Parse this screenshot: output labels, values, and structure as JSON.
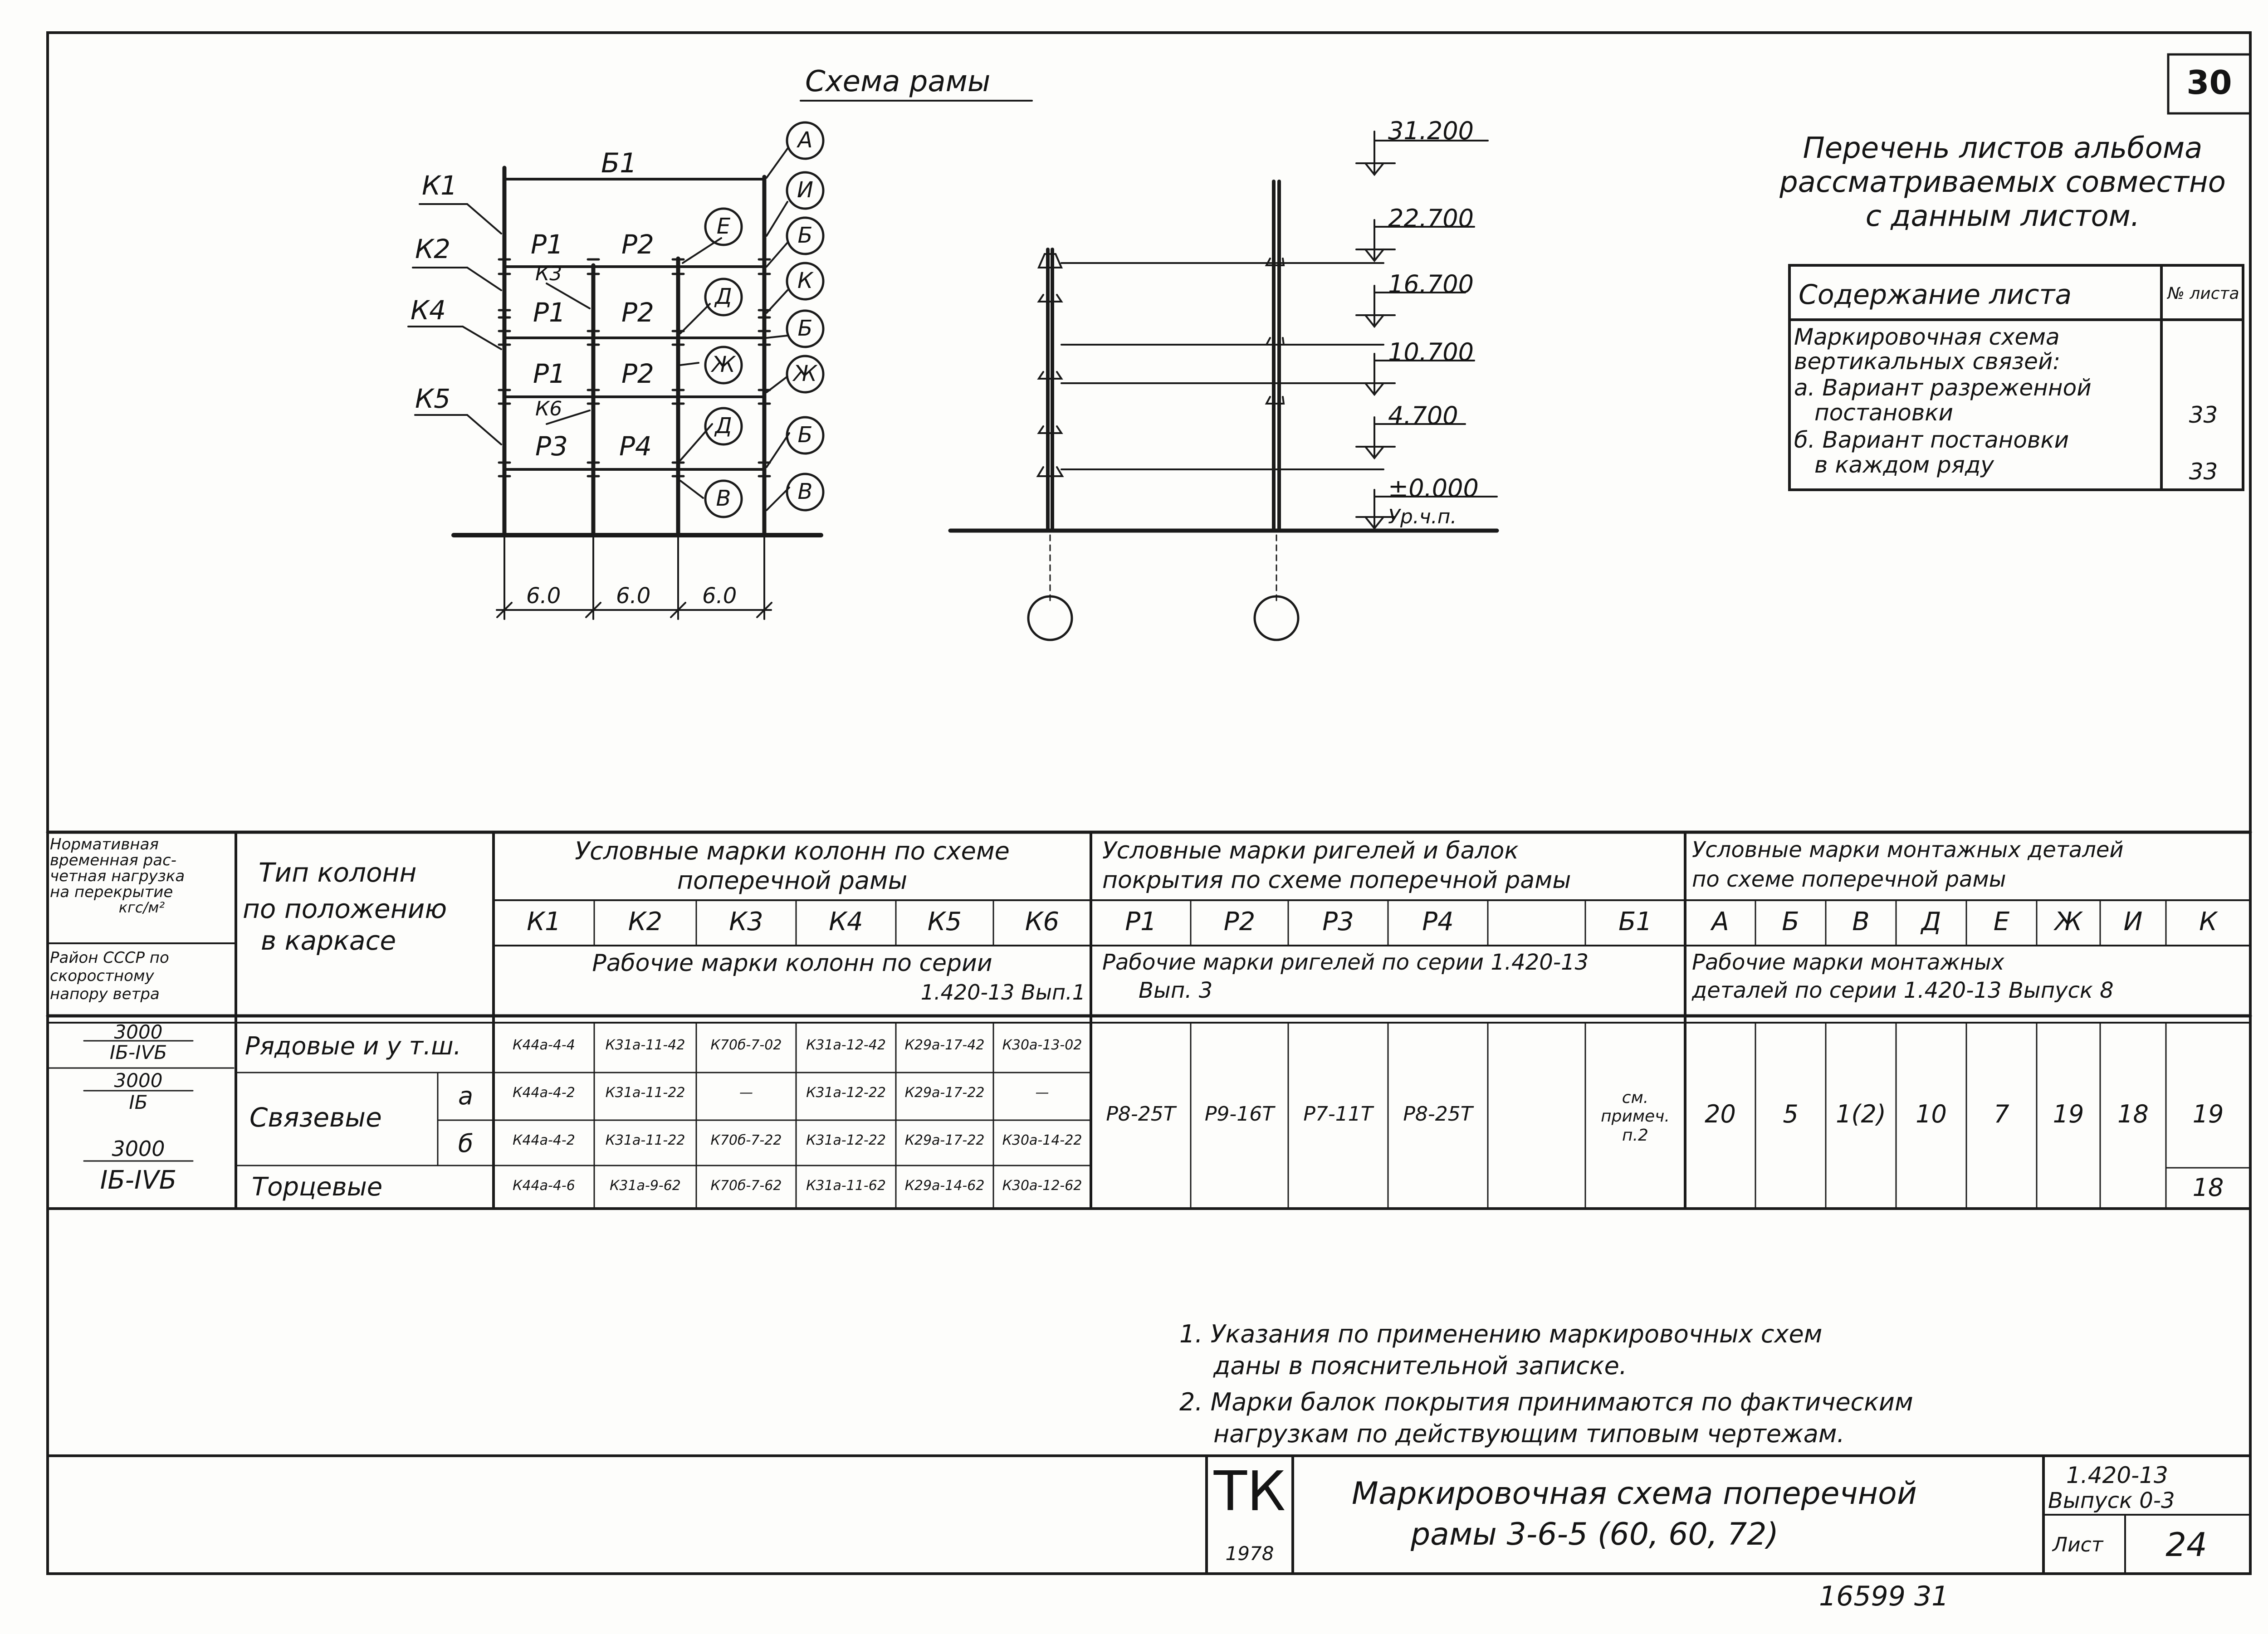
{
  "sheet_number": "30",
  "frame_diagram": {
    "title": "Схема рамы",
    "beam_label": "Б1",
    "column_labels": [
      "К1",
      "К2",
      "К3",
      "К4",
      "К5",
      "К6"
    ],
    "girder_labels": [
      "Р1",
      "Р2",
      "Р1",
      "Р2",
      "Р1",
      "Р2",
      "Р3",
      "Р4"
    ],
    "detail_markers": [
      "А",
      "И",
      "Е",
      "Б",
      "К",
      "Д",
      "Б",
      "Ж",
      "Ж",
      "Д",
      "Б",
      "В",
      "В"
    ],
    "span_dims": [
      "6.0",
      "6.0",
      "6.0"
    ]
  },
  "elevations": [
    "31.200",
    "22.700",
    "16.700",
    "10.700",
    "4.700",
    "±0.000"
  ],
  "ground_label": "Ур.ч.п.",
  "sheet_list": {
    "title_lines": [
      "Перечень листов альбома",
      "рассматриваемых совместно",
      "с данным листом."
    ],
    "header_content": "Содержание листа",
    "header_sheet": "№ листа",
    "lines": [
      "Маркировочная схема",
      "вертикальных связей:",
      "а. Вариант разреженной",
      "постановки",
      "б. Вариант постановки",
      "в каждом ряду"
    ],
    "sheets": [
      "33",
      "33"
    ]
  },
  "main_table": {
    "col1_header_lines": [
      "Нормативная",
      "временная рас-",
      "четная нагрузка",
      "на перекрытие",
      "кгс/м²",
      "Район СССР по",
      "скоростному",
      "напору ветра"
    ],
    "col2_header_lines": [
      "Тип колонн",
      "по положению",
      "в каркасе"
    ],
    "columns_group": {
      "title_lines": [
        "Условные марки колонн по схеме",
        "поперечной рамы"
      ],
      "labels": [
        "К1",
        "К2",
        "К3",
        "К4",
        "К5",
        "К6"
      ],
      "working_lines": [
        "Рабочие марки колонн по серии",
        "1.420-13 Вып.1"
      ]
    },
    "girders_group": {
      "title_lines": [
        "Условные марки ригелей и балок",
        "покрытия по схеме поперечной рамы"
      ],
      "labels": [
        "Р1",
        "Р2",
        "Р3",
        "Р4",
        "",
        "Б1"
      ],
      "working_lines": [
        "Рабочие марки ригелей по серии 1.420-13",
        "Вып. 3"
      ]
    },
    "details_group": {
      "title_lines": [
        "Условные марки монтажных деталей",
        "по схеме поперечной рамы"
      ],
      "labels": [
        "А",
        "Б",
        "В",
        "Д",
        "Е",
        "Ж",
        "И",
        "К"
      ],
      "working_lines": [
        "Рабочие марки монтажных",
        "деталей по серии 1.420-13 Выпуск 8"
      ]
    },
    "load_values": [
      {
        "top": "3000",
        "bottom": "IБ-IVБ"
      },
      {
        "top": "3000",
        "bottom": "IБ"
      },
      {
        "top": "3000",
        "bottom": "IБ-IVБ"
      }
    ],
    "row_types": [
      "Рядовые и у т.ш.",
      "Связевые",
      "Торцевые"
    ],
    "row_subtypes": [
      "а",
      "б"
    ],
    "column_marks": [
      [
        "К44а-4-4",
        "К31а-11-42",
        "К70б-7-02",
        "К31а-12-42",
        "К29а-17-42",
        "К30а-13-02"
      ],
      [
        "К44а-4-2",
        "К31а-11-22",
        "—",
        "К31а-12-22",
        "К29а-17-22",
        "—"
      ],
      [
        "К44а-4-2",
        "К31а-11-22",
        "К70б-7-22",
        "К31а-12-22",
        "К29а-17-22",
        "К30а-14-22"
      ],
      [
        "К44а-4-6",
        "К31а-9-62",
        "К70б-7-62",
        "К31а-11-62",
        "К29а-14-62",
        "К30а-12-62"
      ]
    ],
    "girder_marks": [
      "Р8-25Т",
      "Р9-16Т",
      "Р7-11Т",
      "Р8-25Т",
      "",
      "см. примеч. п.2"
    ],
    "detail_marks": [
      "20",
      "5",
      "1(2)",
      "10",
      "7",
      "19",
      "18",
      "19"
    ],
    "detail_k_end": "18"
  },
  "notes": [
    "1. Указания по применению маркировочных схем",
    "даны в пояснительной записке.",
    "2. Марки балок покрытия принимаются по фактическим",
    "нагрузкам по действующим типовым чертежам."
  ],
  "title_block": {
    "org": "ТК",
    "year": "1978",
    "title_lines": [
      "Маркировочная схема поперечной",
      "рамы 3-6-5 (60, 60, 72)"
    ],
    "series": "1.420-13",
    "issue": "Выпуск 0-3",
    "sheet_label": "Лист",
    "sheet_no": "24"
  },
  "archive_number": "16599  31"
}
